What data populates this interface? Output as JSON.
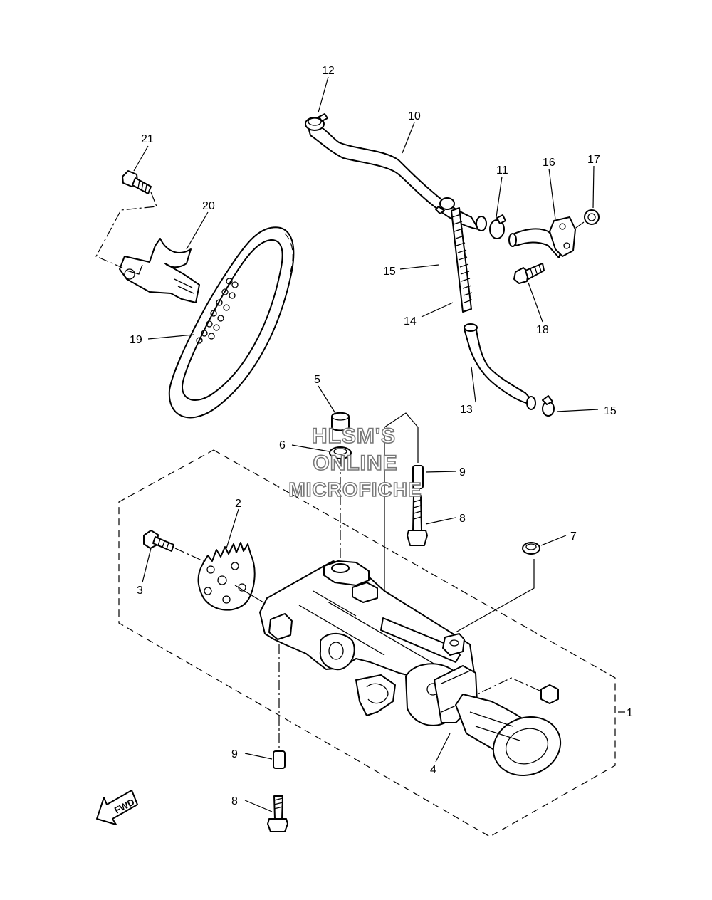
{
  "watermark": {
    "line1": "HLSM'S",
    "line2": "ONLINE",
    "line3": "MICROFICHE"
  },
  "direction_label": "FWD",
  "callouts": {
    "c1": "1",
    "c2": "2",
    "c3": "3",
    "c4": "4",
    "c5": "5",
    "c6": "6",
    "c7": "7",
    "c8a": "8",
    "c8b": "8",
    "c9a": "9",
    "c9b": "9",
    "c10": "10",
    "c11": "11",
    "c12": "12",
    "c13": "13",
    "c14": "14",
    "c15a": "15",
    "c15b": "15",
    "c16": "16",
    "c17": "17",
    "c18": "18",
    "c19": "19",
    "c20": "20",
    "c21": "21"
  }
}
